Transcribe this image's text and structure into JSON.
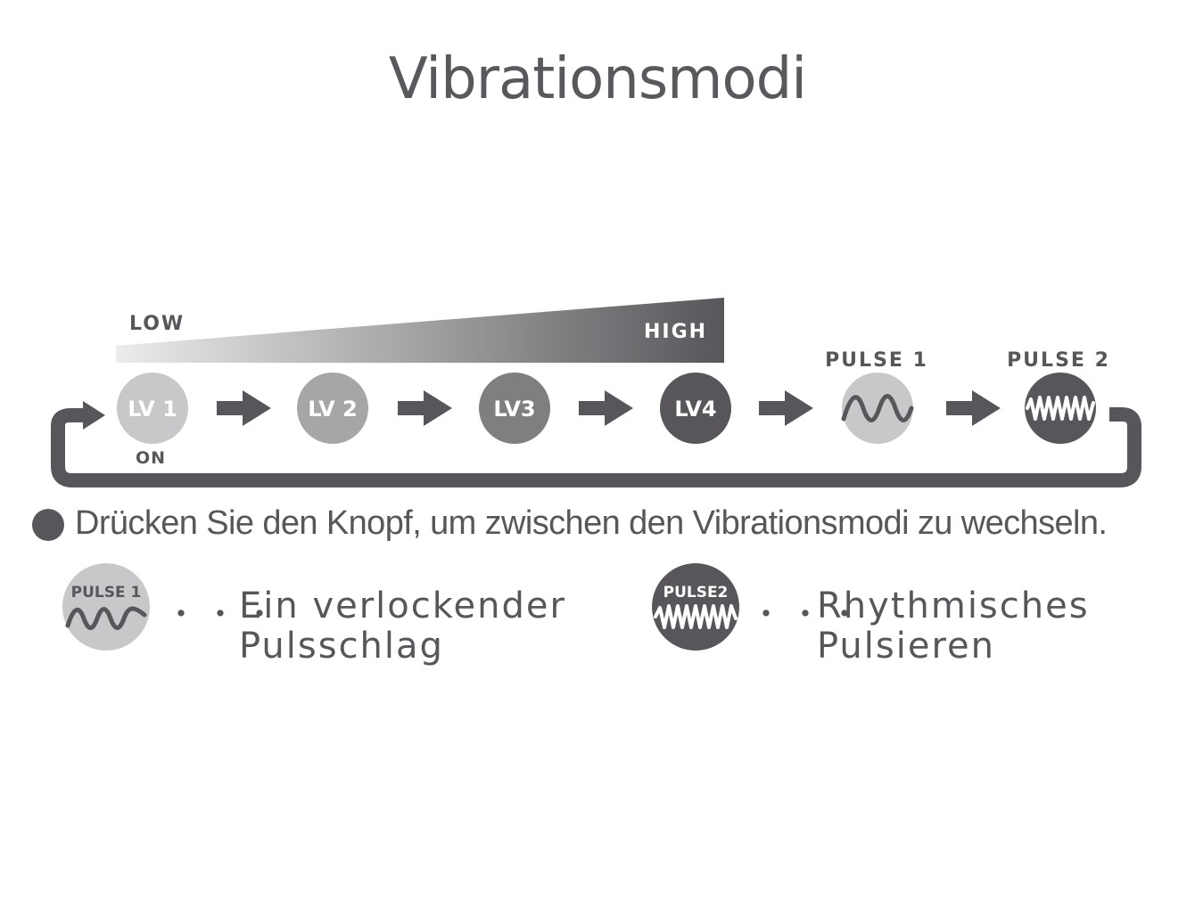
{
  "title": "Vibrationsmodi",
  "intensity_scale": {
    "low_label": "LOW",
    "high_label": "HIGH"
  },
  "on_label": "ON",
  "modes": [
    {
      "label": "LV 1",
      "color": "#c8c7c9"
    },
    {
      "label": "LV 2",
      "color": "#a6a5a8"
    },
    {
      "label": "LV3",
      "color": "#7f7e81"
    },
    {
      "label": "LV4",
      "color": "#58565a"
    },
    {
      "label": "PULSE 1",
      "color": "#c8c7c9",
      "icon": "sine-wave-icon"
    },
    {
      "label": "PULSE 2",
      "color": "#58565a",
      "icon": "dense-wave-icon"
    }
  ],
  "instruction": "Drücken Sie den Knopf, um zwischen den Vibrationsmodi zu wechseln.",
  "legend": [
    {
      "badge": "PULSE 1",
      "dots": "・・・",
      "line1": "Ein verlockender",
      "line2": "Pulsschlag",
      "color": "#c8c7c9"
    },
    {
      "badge": "PULSE2",
      "dots": "・・・",
      "line1": "Rhythmisches",
      "line2": "Pulsieren",
      "color": "#58565a"
    }
  ]
}
